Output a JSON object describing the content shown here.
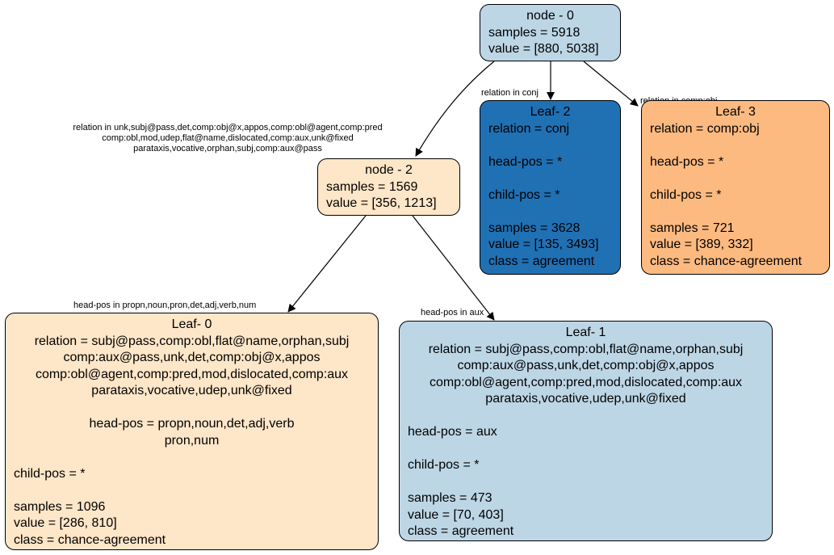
{
  "colors": {
    "light_blue": "#bdd6e6",
    "dark_blue": "#2070b4",
    "light_orange": "#fee6c8",
    "orange": "#fdba80",
    "edge": "#000000"
  },
  "nodes": {
    "node0": {
      "title": "node - 0",
      "lines": [
        "samples = 5918",
        "value = [880, 5038]"
      ]
    },
    "node2": {
      "title": "node - 2",
      "lines": [
        "samples = 1569",
        "value = [356, 1213]"
      ]
    },
    "leaf2": {
      "title": "Leaf- 2",
      "lines": [
        "relation = conj",
        "",
        "head-pos = *",
        "",
        "child-pos = *",
        "",
        "samples = 3628",
        "value = [135, 3493]",
        "class = agreement"
      ]
    },
    "leaf3": {
      "title": "Leaf- 3",
      "lines": [
        "relation = comp:obj",
        "",
        "head-pos = *",
        "",
        "child-pos = *",
        "",
        "samples = 721",
        "value = [389, 332]",
        "class = chance-agreement"
      ]
    },
    "leaf0": {
      "title": "Leaf- 0",
      "center_lines": [
        "relation = subj@pass,comp:obl,flat@name,orphan,subj",
        "comp:aux@pass,unk,det,comp:obj@x,appos",
        "comp:obl@agent,comp:pred,mod,dislocated,comp:aux",
        "parataxis,vocative,udep,unk@fixed",
        "",
        "head-pos = propn,noun,det,adj,verb",
        "pron,num"
      ],
      "lines": [
        "",
        "child-pos = *",
        "",
        "samples = 1096",
        "value = [286, 810]",
        "class = chance-agreement"
      ]
    },
    "leaf1": {
      "title": "Leaf- 1",
      "center_lines": [
        "relation = subj@pass,comp:obl,flat@name,orphan,subj",
        "comp:aux@pass,unk,det,comp:obj@x,appos",
        "comp:obl@agent,comp:pred,mod,dislocated,comp:aux",
        "parataxis,vocative,udep,unk@fixed"
      ],
      "lines": [
        "",
        "head-pos = aux",
        "",
        "child-pos = *",
        "",
        "samples = 473",
        "value = [70, 403]",
        "class = agreement"
      ]
    }
  },
  "edges": {
    "to_node2": "relation in unk,subj@pass,det,comp:obj@x,appos,comp:obl@agent,comp:pred\ncomp:obl,mod,udep,flat@name,dislocated,comp:aux,unk@fixed\nparataxis,vocative,orphan,subj,comp:aux@pass",
    "to_leaf2": "relation in conj",
    "to_leaf3": "relation in comp:obj",
    "to_leaf0": "head-pos in propn,noun,pron,det,adj,verb,num",
    "to_leaf1": "head-pos in aux"
  }
}
